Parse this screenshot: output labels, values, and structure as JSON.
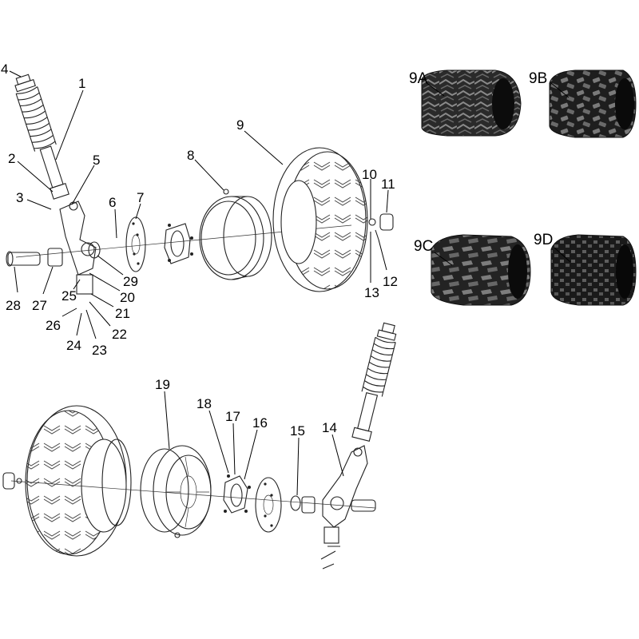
{
  "callouts_front": [
    "4",
    "1",
    "2",
    "5",
    "3",
    "6",
    "7",
    "8",
    "9",
    "10",
    "11",
    "28",
    "27",
    "29",
    "20",
    "25",
    "21",
    "26",
    "22",
    "24",
    "23",
    "13",
    "12"
  ],
  "callouts_rear": [
    "19",
    "18",
    "17",
    "16",
    "15",
    "14"
  ],
  "tire_variants": [
    {
      "label": "9A",
      "tread": "street"
    },
    {
      "label": "9B",
      "tread": "knobby"
    },
    {
      "label": "9C",
      "tread": "mud"
    },
    {
      "label": "9D",
      "tread": "all-terrain"
    }
  ]
}
